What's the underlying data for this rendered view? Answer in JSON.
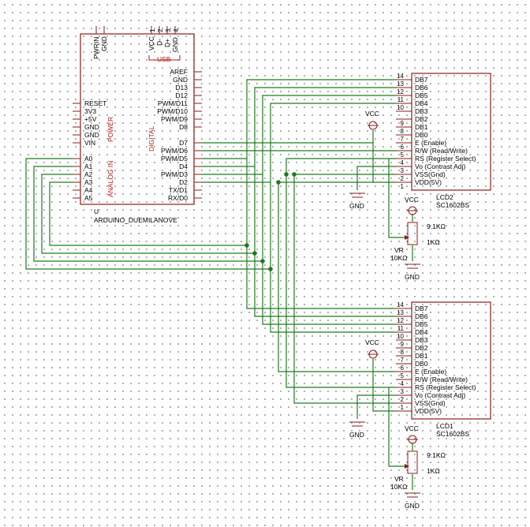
{
  "arduino": {
    "top_pins": [
      "PWRIN",
      "GND",
      "VCC",
      "D-",
      "D+",
      "GND"
    ],
    "usb_numbers": [
      "1",
      "2",
      "3",
      "4"
    ],
    "usb_label": "USB",
    "left_pins": [
      "RESET",
      "3V3",
      "+5V",
      "GND",
      "GND",
      "VIN"
    ],
    "power_label": "POWER",
    "analog_pins": [
      "A0",
      "A1",
      "A2",
      "A3",
      "A4",
      "A5"
    ],
    "analog_label": "ANALOG IN",
    "right_pins": [
      "AREF",
      "GND",
      "D13",
      "D12",
      "PWM/D11",
      "PWM/D10",
      "PWM/D9",
      "D8",
      "D7",
      "PWM/D6",
      "PWM/D5",
      "D4",
      "PWM/D3",
      "D2",
      "TX/D1",
      "RX/D0"
    ],
    "digital_label": "DIGITAL",
    "ref": "U",
    "name": "ARDUINO_DUEMILANOVE"
  },
  "lcd_pins": [
    "DB7",
    "DB6",
    "DB5",
    "DB4",
    "DB3",
    "DB2",
    "DB1",
    "DB0",
    "E (Enable)",
    "R/W (Read/Write)",
    "RS (Register Select)",
    "Vo (Contrast Adj)",
    "VSS(Gnd)",
    "VDD(5V)"
  ],
  "lcd_pin_numbers": [
    "14",
    "13",
    "12",
    "11",
    "10",
    "9",
    "8",
    "7",
    "6",
    "5",
    "4",
    "3",
    "2",
    "1"
  ],
  "lcd2": {
    "ref": "LCD2",
    "part": "SC1602BS"
  },
  "lcd1": {
    "ref": "LCD1",
    "part": "SC1602BS"
  },
  "power": {
    "vcc": "VCC",
    "gnd": "GND"
  },
  "pot": {
    "ref": "VR",
    "value": "10KΩ",
    "r_top": "9.1KΩ",
    "r_bottom": "1KΩ"
  },
  "colors": {
    "component": "#8b1a1a",
    "wire": "#1f7a1f",
    "accent_text": "#b31b1b"
  }
}
